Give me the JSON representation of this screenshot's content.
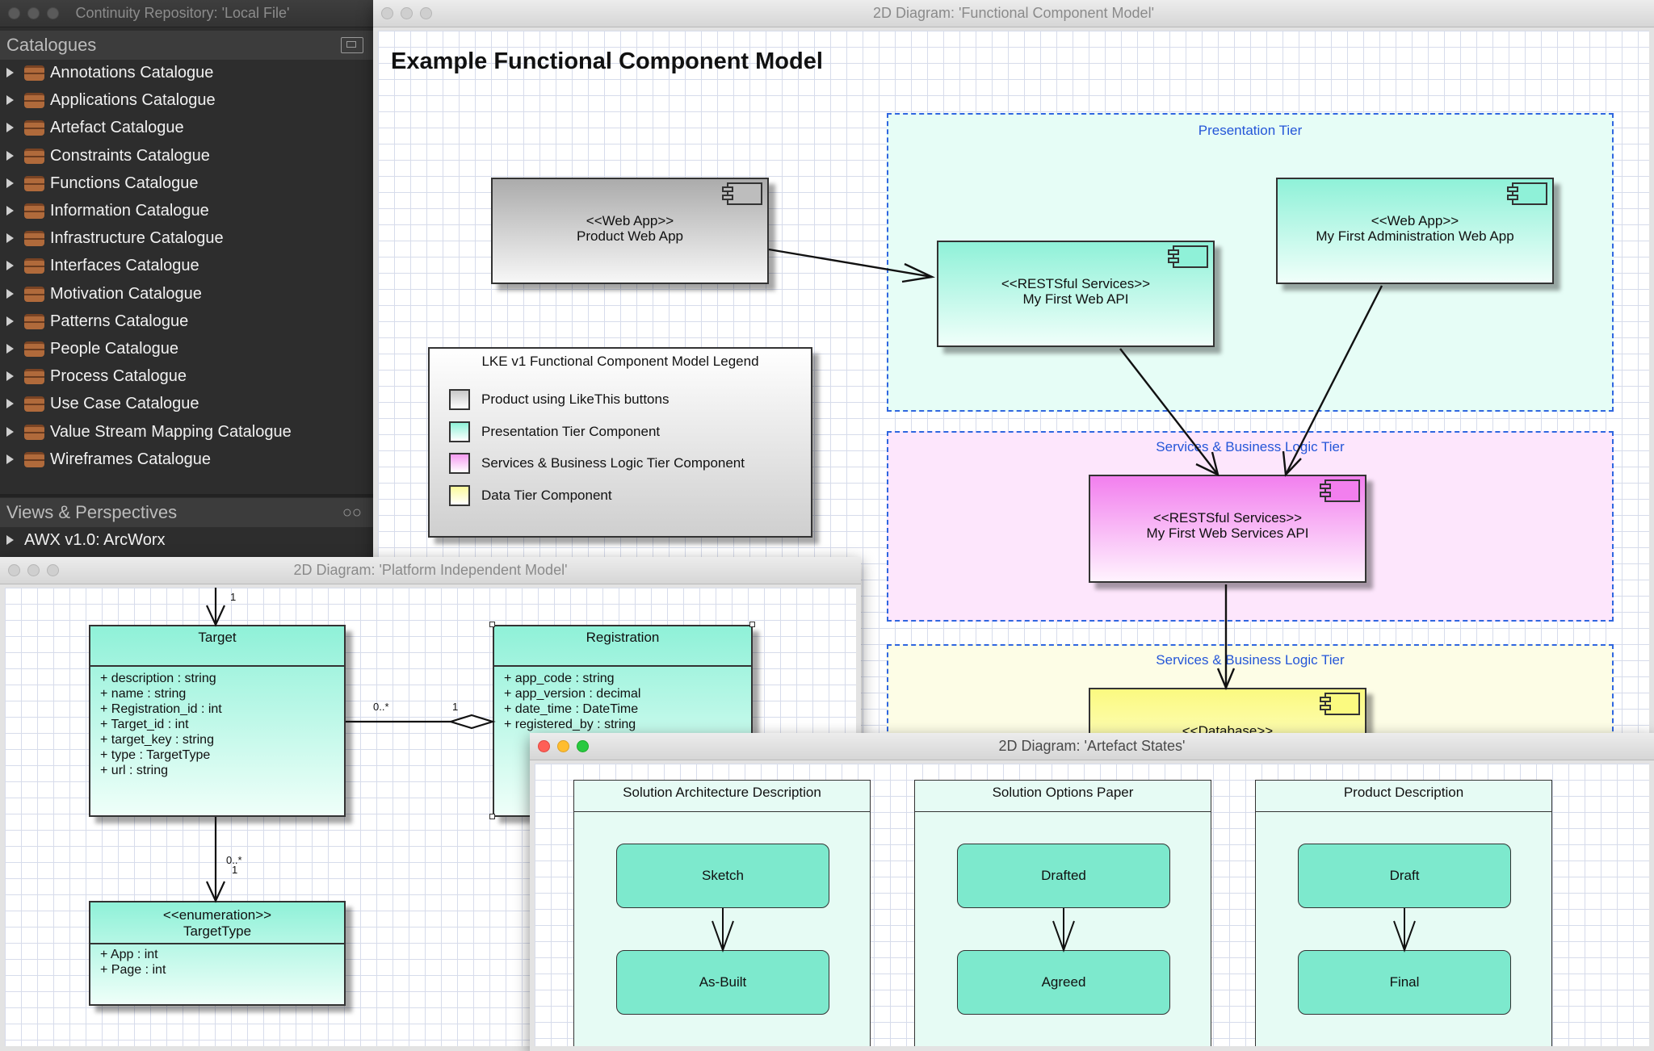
{
  "repository": {
    "title": "Continuity Repository: 'Local File'",
    "catalogues_header": "Catalogues",
    "catalogues": [
      "Annotations Catalogue",
      "Applications Catalogue",
      "Artefact Catalogue",
      "Constraints Catalogue",
      "Functions Catalogue",
      "Information Catalogue",
      "Infrastructure Catalogue",
      "Interfaces Catalogue",
      "Motivation Catalogue",
      "Patterns Catalogue",
      "People Catalogue",
      "Process Catalogue",
      "Use Case Catalogue",
      "Value Stream Mapping Catalogue",
      "Wireframes Catalogue"
    ],
    "views_header": "Views & Perspectives",
    "views": [
      "AWX v1.0: ArcWorx"
    ]
  },
  "functional": {
    "title": "2D Diagram: 'Functional Component Model'",
    "heading": "Example Functional Component Model",
    "tiers": {
      "presentation": "Presentation Tier",
      "services": "Services & Business Logic Tier",
      "data": "Services & Business Logic Tier"
    },
    "components": {
      "product_web_app": {
        "stereotype": "<<Web App>>",
        "name": "Product Web App"
      },
      "first_web_api": {
        "stereotype": "<<RESTSful Services>>",
        "name": "My First Web API"
      },
      "admin_web_app": {
        "stereotype": "<<Web App>>",
        "name": "My First Administration Web App"
      },
      "web_services_api": {
        "stereotype": "<<RESTSful Services>>",
        "name": "My First Web Services API"
      },
      "database": {
        "stereotype": "<<Database>>"
      }
    },
    "legend": {
      "title": "LKE v1 Functional Component Model Legend",
      "items": [
        {
          "label": "Product using LikeThis buttons",
          "color": "#c8c8c8"
        },
        {
          "label": "Presentation Tier Component",
          "color": "#8ff1d8"
        },
        {
          "label": "Services & Business Logic Tier Component",
          "color": "#f59af0"
        },
        {
          "label": "Data Tier Component",
          "color": "#fbfa9a"
        }
      ]
    }
  },
  "platform": {
    "title": "2D Diagram: 'Platform Independent Model'",
    "target": {
      "name": "Target",
      "attributes": [
        "+ description : string",
        "+ name : string",
        "+ Registration_id : int",
        "+ Target_id : int",
        "+ target_key : string",
        "+ type : TargetType",
        "+ url : string"
      ]
    },
    "registration": {
      "name": "Registration",
      "attributes": [
        "+ app_code : string",
        "+ app_version : decimal",
        "+ date_time : DateTime",
        "+ registered_by : string"
      ]
    },
    "enumeration": {
      "stereotype": "<<enumeration>>",
      "name": "TargetType",
      "attributes": [
        "+ App : int",
        "+ Page : int"
      ]
    },
    "multiplicities": {
      "top": "1",
      "assoc_left": "0..*",
      "assoc_right": "1",
      "enum_upper": "0..*",
      "enum_lower": "1"
    }
  },
  "artefact": {
    "title": "2D Diagram: 'Artefact States'",
    "lanes": [
      {
        "title": "Solution Architecture Description",
        "states": [
          "Sketch",
          "As-Built"
        ]
      },
      {
        "title": "Solution Options Paper",
        "states": [
          "Drafted",
          "Agreed"
        ]
      },
      {
        "title": "Product Description",
        "states": [
          "Draft",
          "Final"
        ]
      }
    ]
  },
  "colors": {
    "presentation": "#8ff1d8",
    "services": "#f59af0",
    "data": "#fbfa9a",
    "product": "#c8c8c8",
    "tier_border": "#2f66e0"
  }
}
